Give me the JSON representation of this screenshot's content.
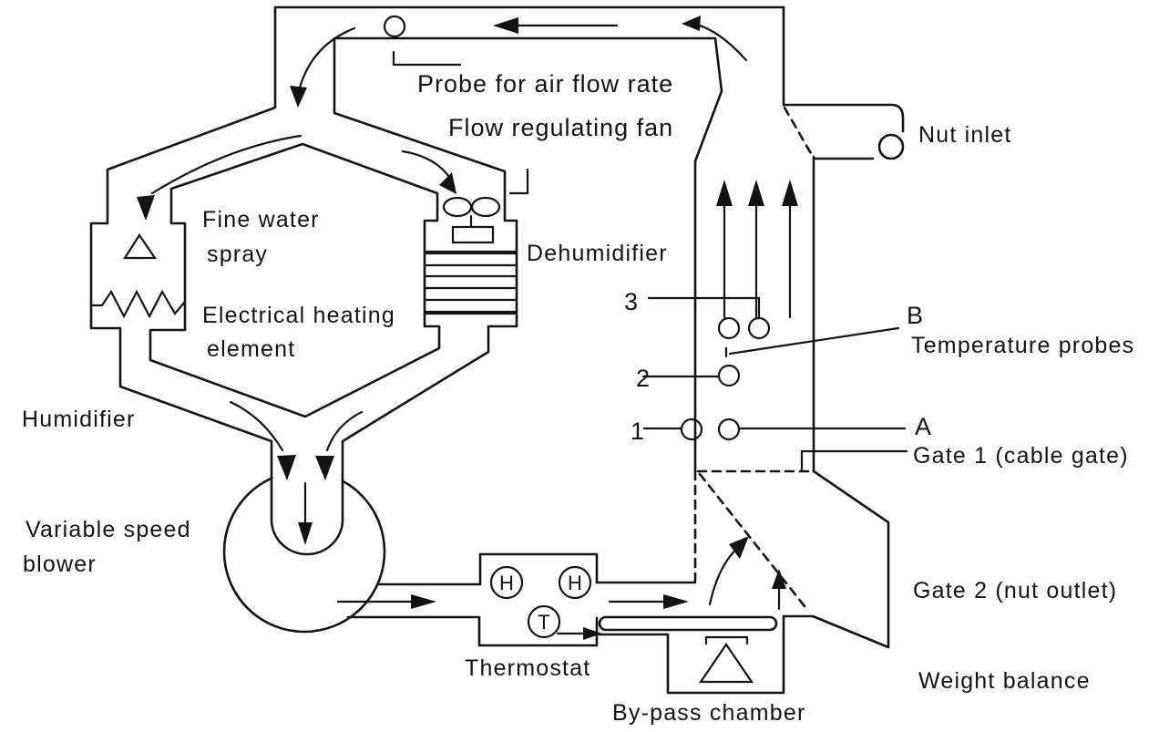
{
  "diagram": {
    "type": "process-schematic",
    "subject": "Nut drying air-circulation system",
    "colors": {
      "ink": "#131313",
      "background": "#ffffff"
    },
    "labels": {
      "probe_air_flow": "Probe for air flow rate",
      "flow_regulating_fan": "Flow regulating fan",
      "nut_inlet": "Nut inlet",
      "fine_water_spray_line1": "Fine water",
      "fine_water_spray_line2": "spray",
      "dehumidifier": "Dehumidifier",
      "electrical_heating_line1": "Electrical heating",
      "electrical_heating_line2": "element",
      "humidifier": "Humidifier",
      "level_3": "3",
      "level_2": "2",
      "level_1": "1",
      "probe_b": "B",
      "temperature_probes": "Temperature probes",
      "probe_a": "A",
      "gate_1": "Gate 1 (cable gate)",
      "variable_speed_line1": "Variable speed",
      "variable_speed_line2": "blower",
      "gate_2": "Gate 2 (nut outlet)",
      "heater_symbol_left": "H",
      "heater_symbol_right": "H",
      "thermostat_symbol": "T",
      "thermostat": "Thermostat",
      "bypass_chamber": "By-pass chamber",
      "weight_balance": "Weight balance"
    },
    "icons": {
      "spray_nozzle": "triangle",
      "heating_element": "zigzag",
      "fan": "propeller",
      "temperature_probe": "circle",
      "air_flow": "arrow"
    }
  }
}
